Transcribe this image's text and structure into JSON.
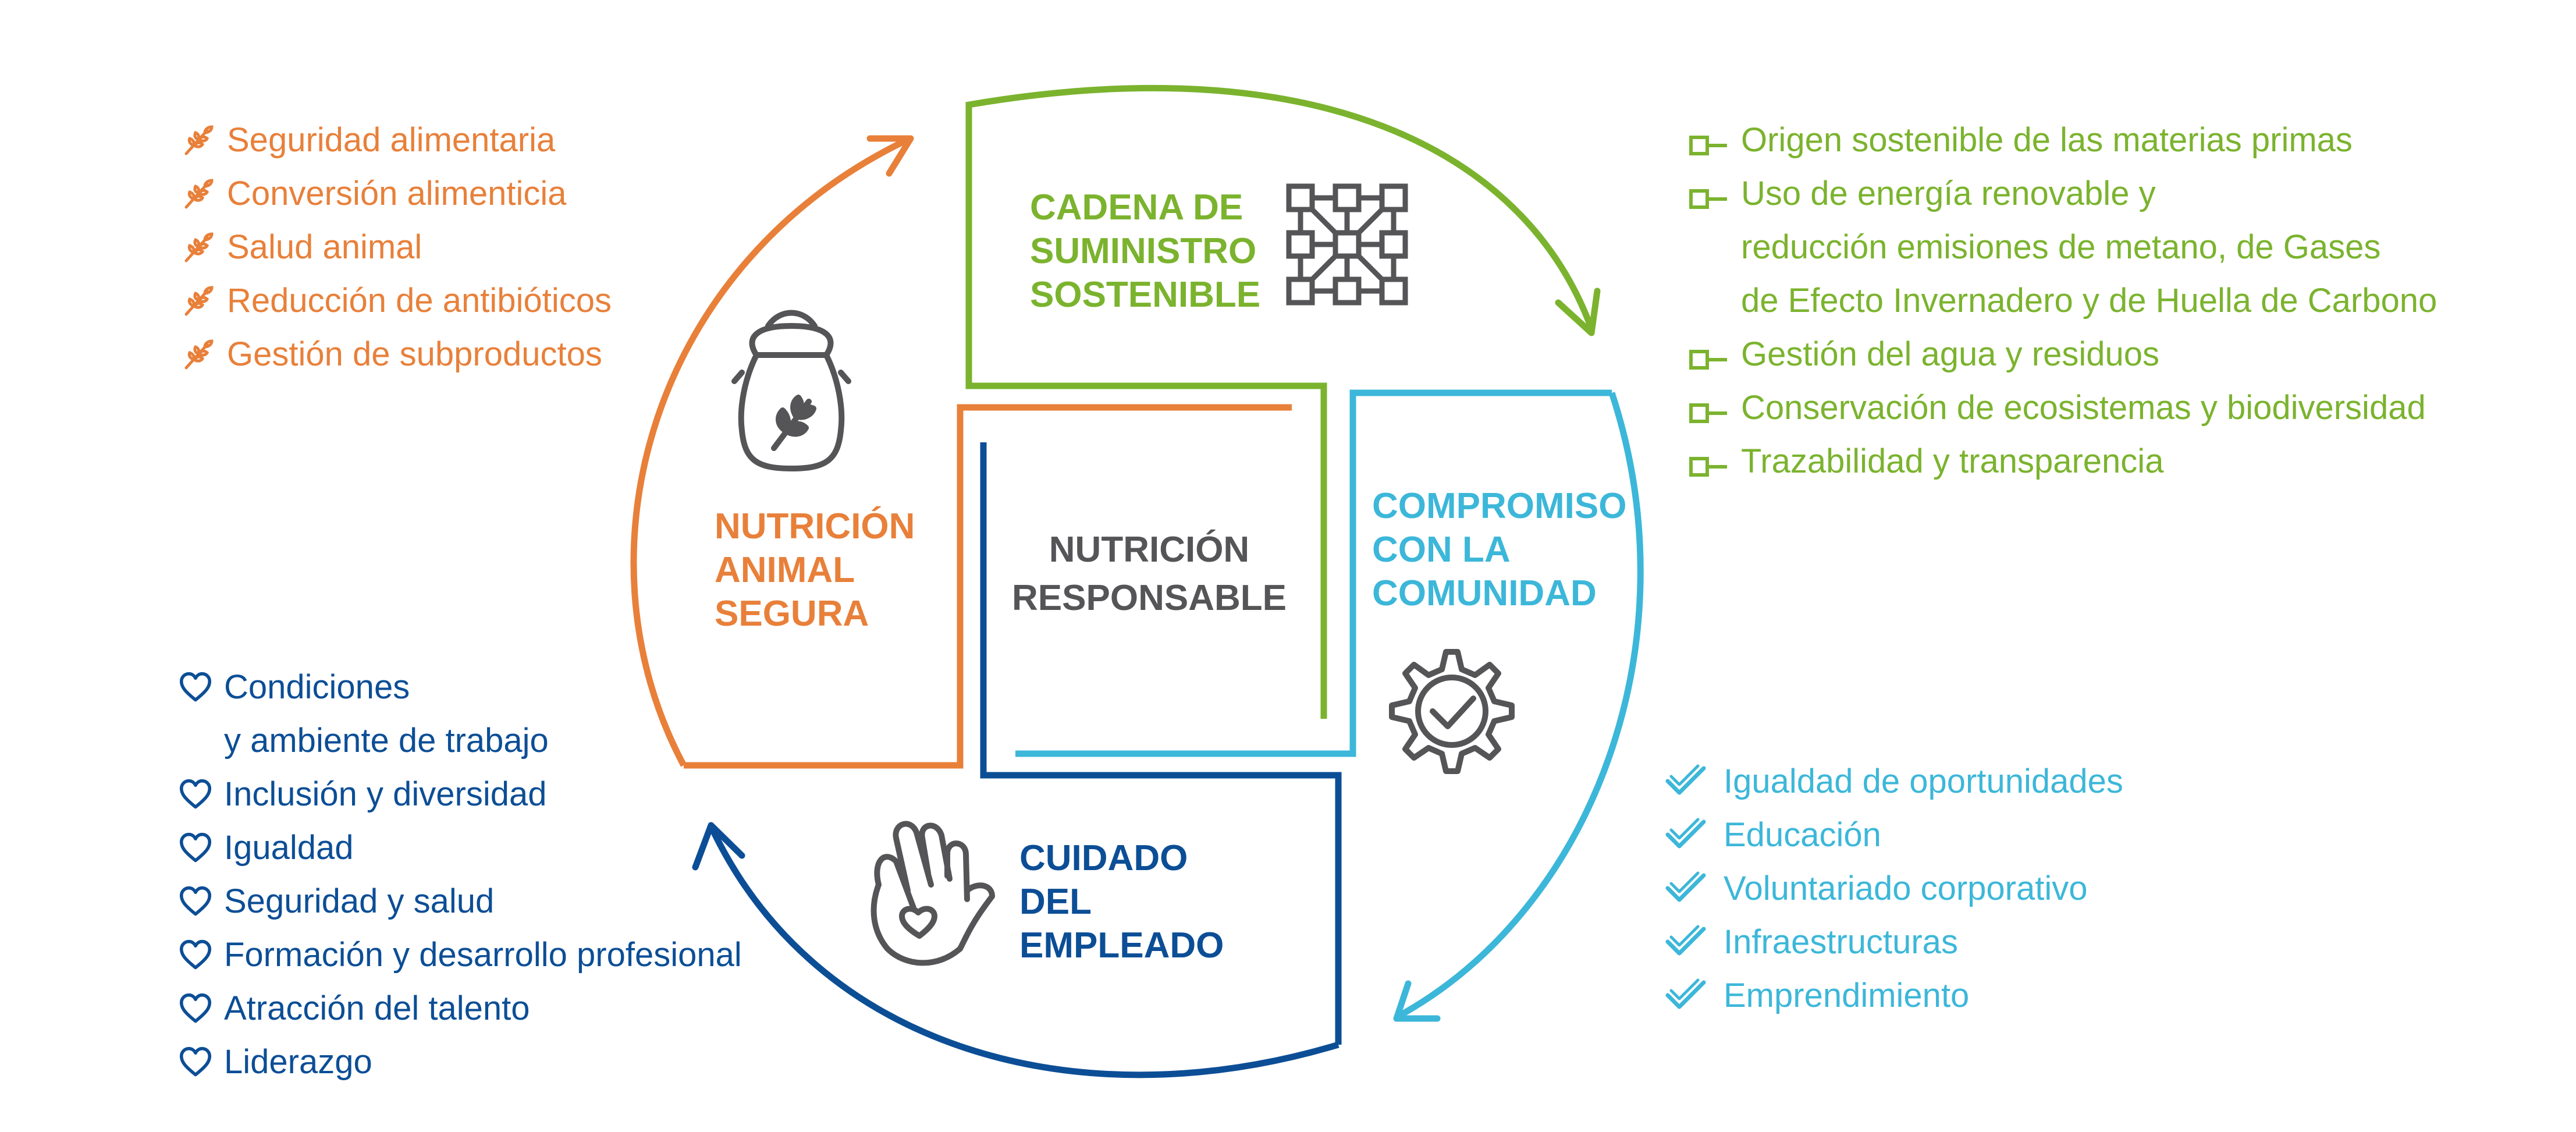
{
  "colors": {
    "orange": "#E8803A",
    "green": "#7BB32E",
    "cyan": "#3CB7D9",
    "navy": "#0C4E96",
    "gray": "#555558"
  },
  "center": {
    "title_lines": [
      "NUTRICIÓN",
      "RESPONSABLE"
    ]
  },
  "sections": {
    "nutricion": {
      "title_lines": [
        "NUTRICIÓN",
        "ANIMAL",
        "SEGURA"
      ],
      "icon": "feed-sack-icon",
      "bullet_icon": "wheat-icon",
      "items": [
        [
          "Seguridad alimentaria"
        ],
        [
          "Conversión alimenticia"
        ],
        [
          "Salud animal"
        ],
        [
          "Reducción de antibióticos"
        ],
        [
          "Gestión de subproductos"
        ]
      ]
    },
    "cadena": {
      "title_lines": [
        "CADENA DE",
        "SUMINISTRO",
        "SOSTENIBLE"
      ],
      "icon": "network-grid-icon",
      "bullet_icon": "node-bullet-icon",
      "items": [
        [
          "Origen sostenible de las materias primas"
        ],
        [
          "Uso de energía renovable y",
          "reducción emisiones de metano, de Gases",
          "de Efecto Invernadero y de Huella de Carbono"
        ],
        [
          "Gestión del agua y residuos"
        ],
        [
          "Conservación de ecosistemas y biodiversidad"
        ],
        [
          "Trazabilidad y transparencia"
        ]
      ]
    },
    "compromiso": {
      "title_lines": [
        "COMPROMISO",
        "CON LA",
        "COMUNIDAD"
      ],
      "icon": "gear-check-icon",
      "bullet_icon": "checkmark-icon",
      "items": [
        [
          "Igualdad de oportunidades"
        ],
        [
          "Educación"
        ],
        [
          "Voluntariado corporativo"
        ],
        [
          "Infraestructuras"
        ],
        [
          "Emprendimiento"
        ]
      ]
    },
    "cuidado": {
      "title_lines": [
        "CUIDADO",
        "DEL",
        "EMPLEADO"
      ],
      "icon": "hand-heart-icon",
      "bullet_icon": "heart-icon",
      "items": [
        [
          "Condiciones",
          "y ambiente de trabajo"
        ],
        [
          "Inclusión y diversidad"
        ],
        [
          "Igualdad"
        ],
        [
          "Seguridad y salud"
        ],
        [
          "Formación y desarrollo profesional"
        ],
        [
          "Atracción del talento"
        ],
        [
          "Liderazgo"
        ]
      ]
    }
  }
}
